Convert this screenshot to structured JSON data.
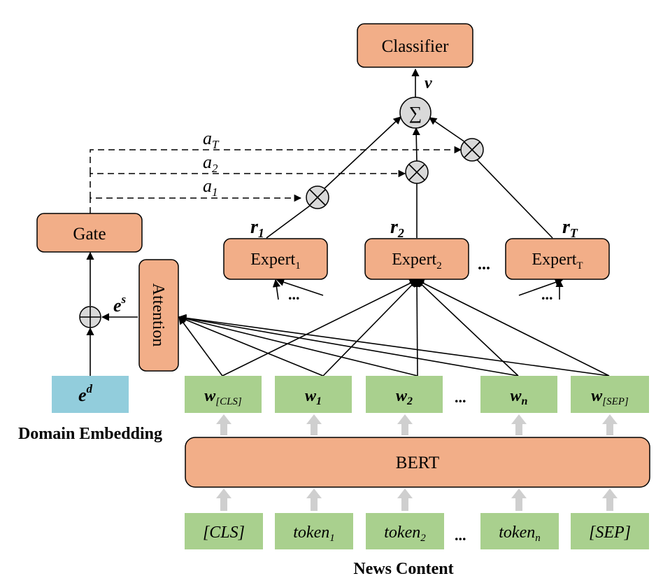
{
  "classifier": "Classifier",
  "gate": "Gate",
  "attention": "Attention",
  "bert": "BERT",
  "v_label": "v",
  "sum_symbol": "∑",
  "mult_symbol": "⊗",
  "add_symbol": "⊕",
  "gate_weights": [
    {
      "base": "a",
      "sub": "T"
    },
    {
      "base": "a",
      "sub": "2"
    },
    {
      "base": "a",
      "sub": "1"
    }
  ],
  "experts": [
    {
      "base": "Expert",
      "sub": "1",
      "r_base": "r",
      "r_sub": "1"
    },
    {
      "base": "Expert",
      "sub": "2",
      "r_base": "r",
      "r_sub": "2"
    },
    {
      "base": "Expert",
      "sub": "T",
      "r_base": "r",
      "r_sub": "T"
    }
  ],
  "ellipsis": "...",
  "es_label": {
    "base": "e",
    "sup": "s"
  },
  "ed_label": {
    "base": "e",
    "sup": "d"
  },
  "domain_embedding": "Domain Embedding",
  "news_content": "News Content",
  "word_vectors": [
    {
      "base": "w",
      "sub": "[CLS]"
    },
    {
      "base": "w",
      "sub": "1"
    },
    {
      "base": "w",
      "sub": "2"
    },
    {
      "base": "w",
      "sub": "n"
    },
    {
      "base": "w",
      "sub": "[SEP]"
    }
  ],
  "tokens": [
    {
      "base": "[CLS]",
      "sub": ""
    },
    {
      "base": "token",
      "sub": "1"
    },
    {
      "base": "token",
      "sub": "2"
    },
    {
      "base": "token",
      "sub": "n"
    },
    {
      "base": "[SEP]",
      "sub": ""
    }
  ]
}
